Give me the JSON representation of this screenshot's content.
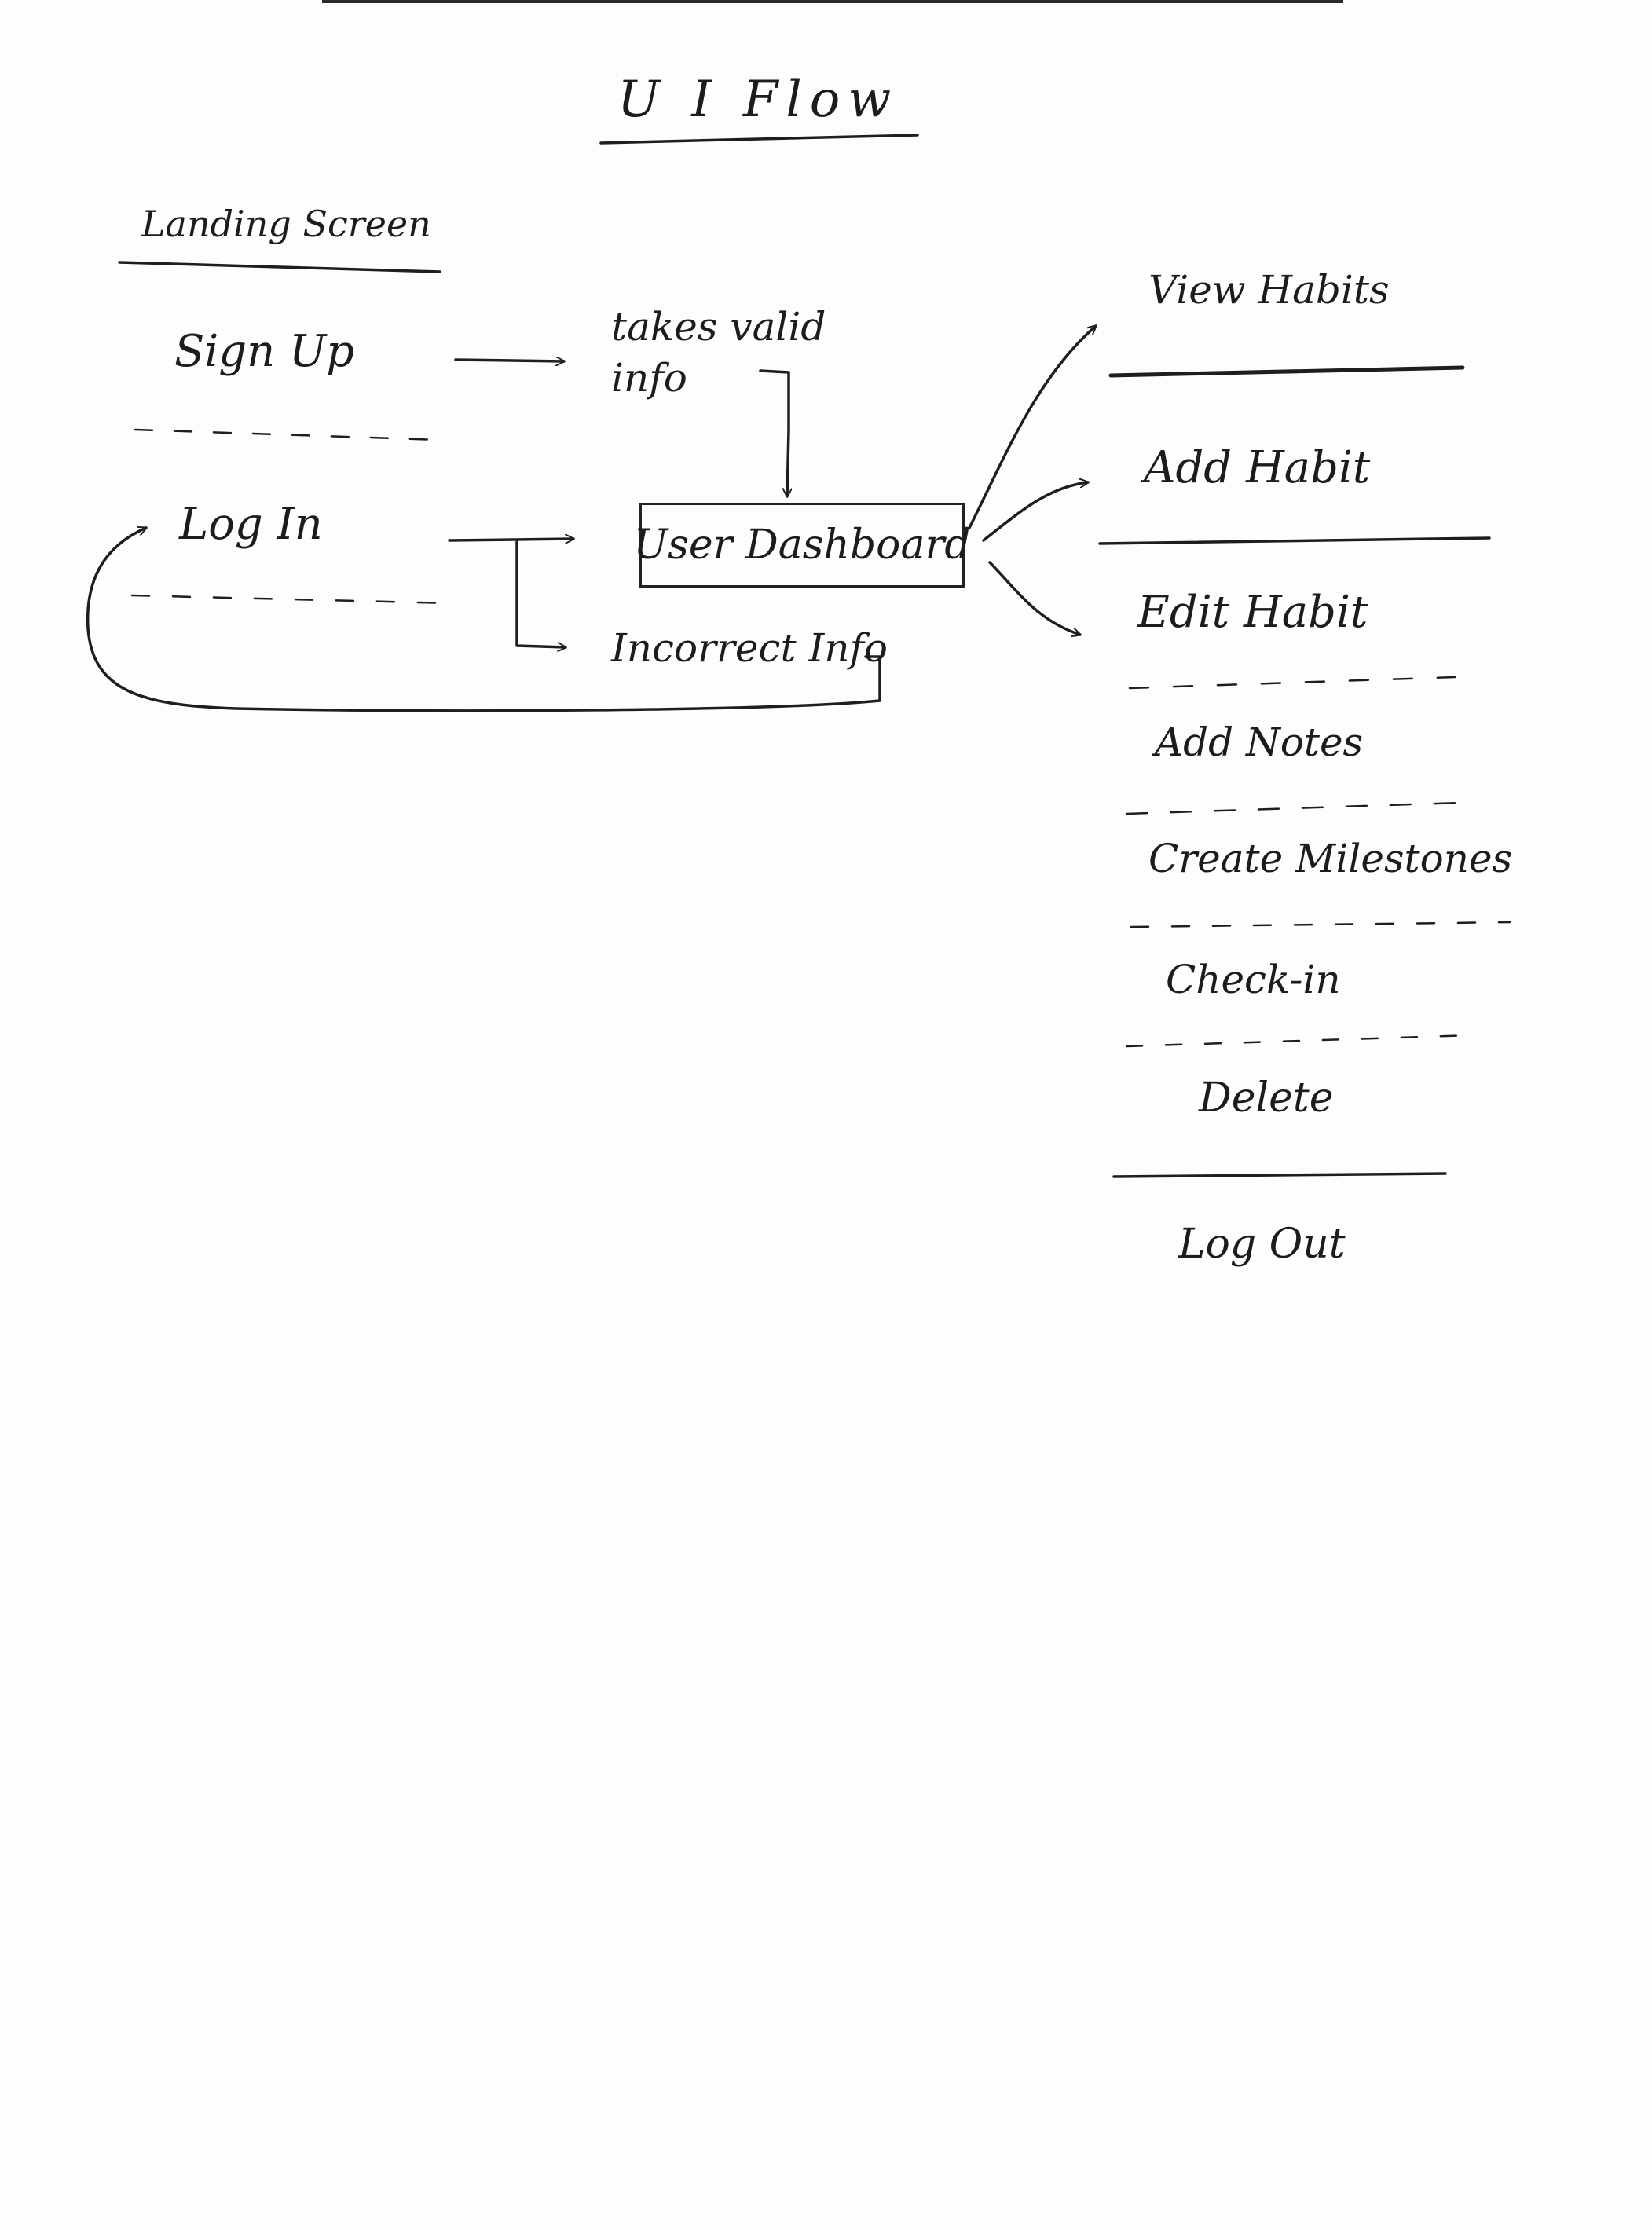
{
  "title": "U I   Flow",
  "landing": {
    "heading": "Landing Screen",
    "sign_up": "Sign Up",
    "log_in": "Log In"
  },
  "flow": {
    "valid_info": "takes valid info",
    "incorrect_info": "Incorrect Info",
    "dashboard": "User Dashboard"
  },
  "dashboard_menu": {
    "items": [
      "View Habits",
      "Add Habit",
      "Edit Habit",
      "Add Notes",
      "Create Milestones",
      "Check-in",
      "Delete",
      "Log Out"
    ]
  }
}
